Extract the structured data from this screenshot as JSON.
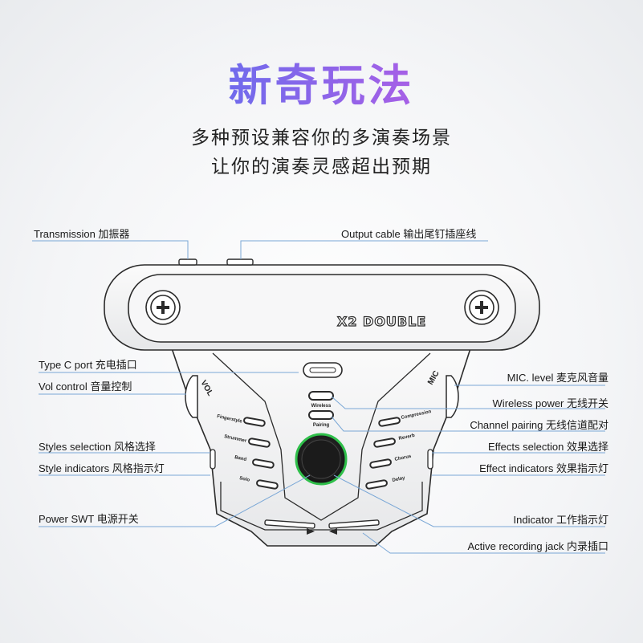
{
  "headline": "新奇玩法",
  "subtitle_line1": "多种预设兼容你的多演奏场景",
  "subtitle_line2": "让你的演奏灵感超出预期",
  "brand_logo": "X2 DOUBLE",
  "device_labels": {
    "vol": "VOL",
    "mic": "MIC",
    "wireless": "Wireless",
    "pairing": "Pairing",
    "styles": [
      "Fingerstyle",
      "Strummer",
      "Band",
      "Solo"
    ],
    "effects": [
      "Compression",
      "Reverb",
      "Chorus",
      "Delay"
    ]
  },
  "callouts": {
    "transmission": "Transmission 加振器",
    "output_cable": "Output cable 输出尾钉插座线",
    "type_c_port": "Type C port  充电插口",
    "vol_control": "Vol control  音量控制",
    "styles_selection": "Styles selection  风格选择",
    "style_indicators": "Style indicators 风格指示灯",
    "power_swt": "Power SWT   电源开关",
    "mic_level": "MIC. level  麦克风音量",
    "wireless_power": "Wireless power  无线开关",
    "channel_pairing": "Channel pairing  无线信道配对",
    "effects_selection": "Effects selection 效果选择",
    "effect_indicators": "Effect indicators 效果指示灯",
    "indicator": "Indicator 工作指示灯",
    "active_recording_jack": "Active recording jack 内录插口"
  },
  "colors": {
    "line": "#7aa7d6",
    "device_stroke": "#2b2b2b",
    "power_ring": "#2fbf4a",
    "headline_gradient": [
      "#3d7be0",
      "#c45ad6"
    ]
  }
}
